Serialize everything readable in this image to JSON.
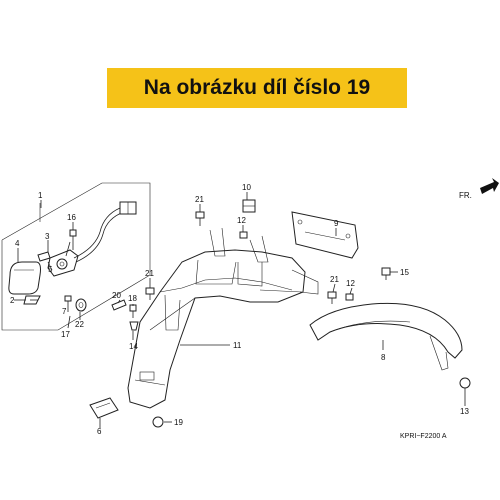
{
  "banner": {
    "text": "Na obrázku díl číslo 19",
    "bg_color": "#f5c218"
  },
  "direction_label": "FR.",
  "diagram_code": "KPRI−F2200 A",
  "part_numbers": {
    "p1": "1",
    "p2": "2",
    "p3": "3",
    "p4": "4",
    "p5": "5",
    "p6": "6",
    "p7": "7",
    "p8": "8",
    "p9": "9",
    "p10": "10",
    "p11": "11",
    "p12a": "12",
    "p12b": "12",
    "p13": "13",
    "p14": "14",
    "p15": "15",
    "p16": "16",
    "p17": "17",
    "p18": "18",
    "p19": "19",
    "p20": "20",
    "p21a": "21",
    "p21b": "21",
    "p21c": "21",
    "p22": "22"
  }
}
